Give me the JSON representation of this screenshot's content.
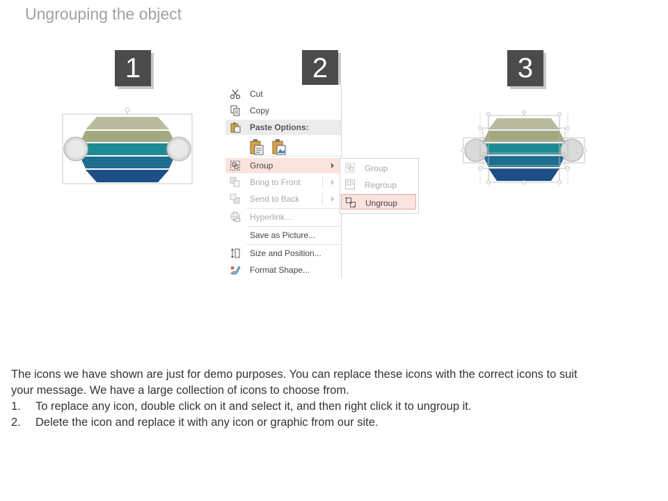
{
  "title": "Ungrouping the object",
  "steps": [
    "1",
    "2",
    "3"
  ],
  "context_menu": {
    "items": [
      {
        "label": "Cut",
        "icon": "scissors-icon",
        "enabled": true
      },
      {
        "label": "Copy",
        "icon": "copy-icon",
        "enabled": true
      },
      {
        "label": "Paste Options:",
        "icon": "clipboard-icon",
        "section": true
      },
      {
        "label": "Group",
        "icon": "group-icon",
        "enabled": true,
        "submenu": true,
        "highlighted": true
      },
      {
        "label": "Bring to Front",
        "icon": "bring-to-front-icon",
        "enabled": false,
        "submenu": true
      },
      {
        "label": "Send to Back",
        "icon": "send-to-back-icon",
        "enabled": false,
        "submenu": true
      },
      {
        "label": "Hyperlink...",
        "icon": "hyperlink-icon",
        "enabled": false
      },
      {
        "label": "Save as Picture...",
        "icon": "",
        "enabled": true
      },
      {
        "label": "Size and Position...",
        "icon": "size-position-icon",
        "enabled": true
      },
      {
        "label": "Format Shape...",
        "icon": "format-shape-icon",
        "enabled": true
      }
    ],
    "paste_icons": [
      "paste-keep-formatting-icon",
      "paste-picture-icon"
    ]
  },
  "submenu": {
    "items": [
      {
        "label": "Group",
        "icon": "group-icon",
        "enabled": false
      },
      {
        "label": "Regroup",
        "icon": "regroup-icon",
        "enabled": false
      },
      {
        "label": "Ungroup",
        "icon": "ungroup-icon",
        "enabled": true,
        "active": true
      }
    ]
  },
  "description": {
    "intro_line1": "The icons we have shown are just for demo purposes. You can replace these icons with the correct icons to suit",
    "intro_line2": "your message. We have a large collection of icons to choose from.",
    "steps": [
      {
        "num": "1.",
        "text": "To replace any icon, double click on it and select it, and then right click it to ungroup it."
      },
      {
        "num": "2.",
        "text": "Delete the icon and replace it with any icon or graphic from our site."
      }
    ]
  },
  "colors": {
    "band1": "#b9bb9f",
    "band2": "#a4a87e",
    "band3": "#1e8a93",
    "band4": "#1f6d8f",
    "band5": "#1d4f86",
    "circle": "#dadada",
    "badge": "#4b4b4b",
    "highlight": "#fbe3df"
  }
}
